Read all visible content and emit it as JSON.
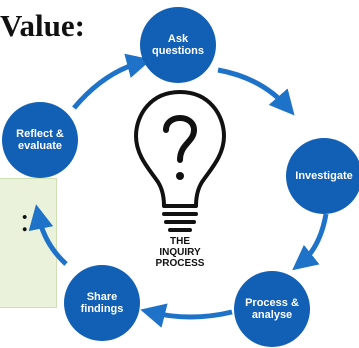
{
  "heading": {
    "text": "Value:"
  },
  "fragment": {
    "text": ":"
  },
  "diagram": {
    "center_label": "THE\nINQUIRY\nPROCESS",
    "icon": "lightbulb-question-icon",
    "steps": [
      {
        "label": "Ask\nquestions"
      },
      {
        "label": "Investigate"
      },
      {
        "label": "Process &\nanalyse"
      },
      {
        "label": "Share\nfindings"
      },
      {
        "label": "Reflect &\nevaluate"
      }
    ]
  },
  "colors": {
    "node": "#1260b5",
    "arrow": "#1e73c9",
    "panel": "#eaf2dc"
  }
}
